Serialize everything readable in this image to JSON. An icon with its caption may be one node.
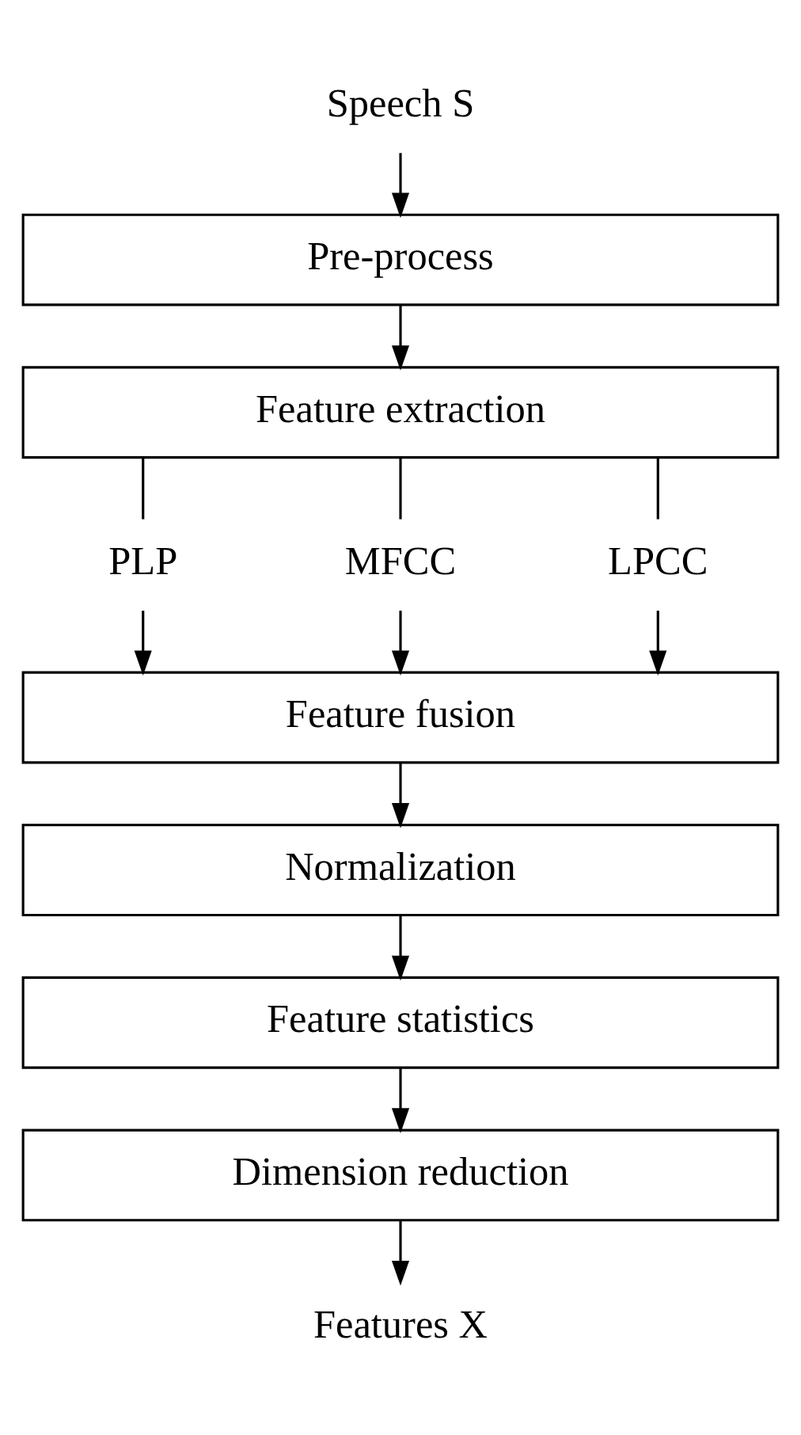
{
  "diagram": {
    "nodes": [
      {
        "text": [
          "Speech S"
        ]
      },
      {
        "text": [
          "Pre-process"
        ]
      },
      {
        "text": [
          "Feature extraction"
        ]
      },
      {
        "text": [
          "PLP"
        ]
      },
      {
        "text": [
          "MFCC"
        ]
      },
      {
        "text": [
          "LPCC"
        ]
      },
      {
        "text": [
          "Feature fusion"
        ]
      },
      {
        "text": [
          "Normalization"
        ]
      },
      {
        "text": [
          "Feature statistics"
        ]
      },
      {
        "text": [
          "Dimension reduction"
        ]
      },
      {
        "text": [
          "Features X"
        ]
      }
    ],
    "edges": [
      {
        "from": 0,
        "to": 1,
        "arrow": "to"
      },
      {
        "from": 1,
        "to": 2,
        "arrow": "to"
      },
      {
        "from": 2,
        "to": 3,
        "arrow": "none"
      },
      {
        "from": 2,
        "to": 4,
        "arrow": "none"
      },
      {
        "from": 2,
        "to": 5,
        "arrow": "none"
      },
      {
        "from": 3,
        "to": 6,
        "arrow": "to"
      },
      {
        "from": 4,
        "to": 6,
        "arrow": "to"
      },
      {
        "from": 5,
        "to": 6,
        "arrow": "to"
      },
      {
        "from": 6,
        "to": 7,
        "arrow": "to"
      },
      {
        "from": 7,
        "to": 8,
        "arrow": "to"
      },
      {
        "from": 8,
        "to": 9,
        "arrow": "to"
      },
      {
        "from": 9,
        "to": 10,
        "arrow": "to"
      }
    ]
  }
}
